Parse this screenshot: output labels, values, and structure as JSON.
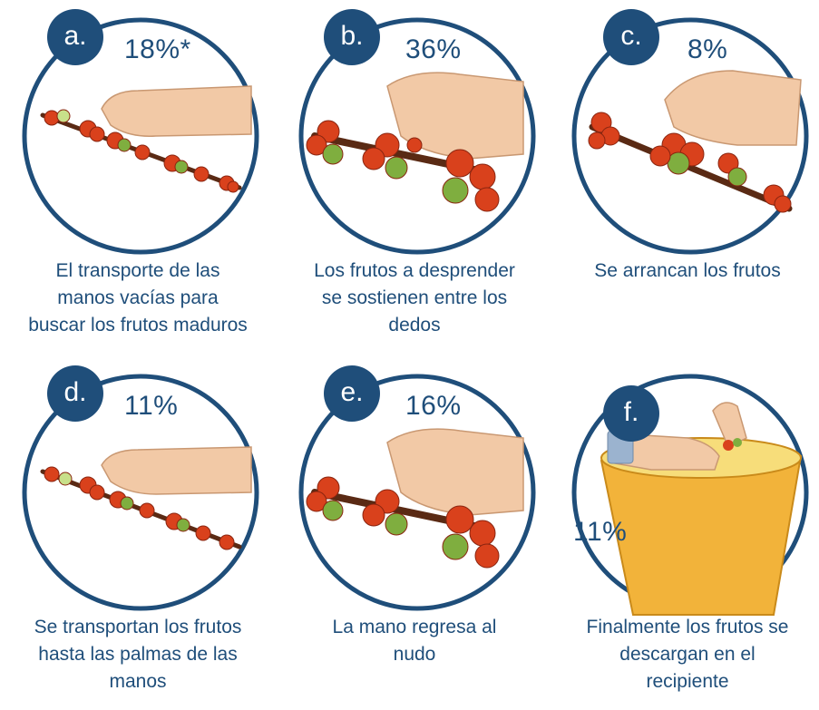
{
  "colors": {
    "accent": "#1f4e7a",
    "berry_red": "#d9411c",
    "berry_green": "#7fae3f",
    "skin": "#f2c9a6",
    "bucket": "#f2b33a"
  },
  "steps": [
    {
      "letter": "a.",
      "percent": "18%*",
      "caption_lines": [
        "El transporte de las",
        "manos vacías para",
        "buscar los frutos maduros"
      ],
      "icon": "hand-reaching-branch-icon"
    },
    {
      "letter": "b.",
      "percent": "36%",
      "caption_lines": [
        "Los frutos a desprender",
        "se sostienen entre los",
        "dedos"
      ],
      "icon": "fingers-holding-berries-icon"
    },
    {
      "letter": "c.",
      "percent": "8%",
      "caption_lines": [
        "Se arrancan los frutos"
      ],
      "icon": "hand-plucking-berries-icon"
    },
    {
      "letter": "d.",
      "percent": "11%",
      "caption_lines": [
        "Se transportan los frutos",
        "hasta las palmas de las",
        "manos"
      ],
      "icon": "hand-over-branch-icon"
    },
    {
      "letter": "e.",
      "percent": "16%",
      "caption_lines": [
        "La mano regresa al",
        "nudo"
      ],
      "icon": "hand-returning-node-icon"
    },
    {
      "letter": "f.",
      "percent": "11%",
      "caption_lines": [
        "Finalmente los frutos se",
        "descargan en el",
        "recipiente"
      ],
      "icon": "hands-bucket-icon"
    }
  ]
}
